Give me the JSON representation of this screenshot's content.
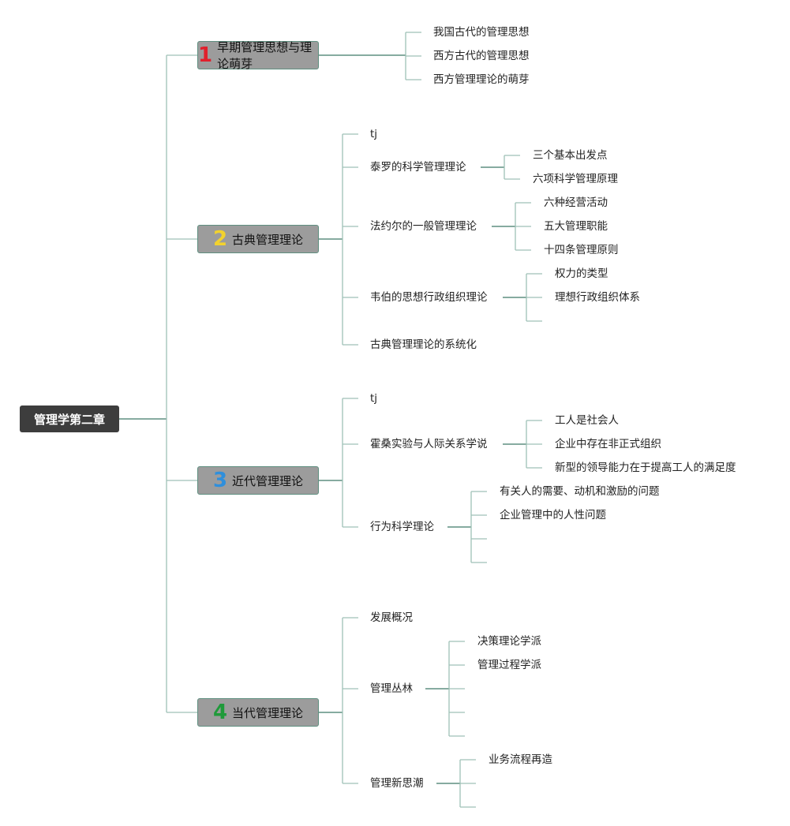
{
  "root": {
    "label": "管理学第二章"
  },
  "topics": [
    {
      "number": "1",
      "number_color": "#e0202c",
      "label": "早期管理思想与理论萌芽",
      "children": [
        "我国古代的管理思想",
        "西方古代的管理思想",
        "西方管理理论的萌芽"
      ]
    },
    {
      "number": "2",
      "number_color": "#f2d22e",
      "label": "古典管理理论",
      "children": [
        {
          "label": "tj"
        },
        {
          "label": "泰罗的科学管理理论",
          "children": [
            "三个基本出发点",
            "六项科学管理原理"
          ]
        },
        {
          "label": "法约尔的一般管理理论",
          "children": [
            "六种经营活动",
            "五大管理职能",
            "十四条管理原则"
          ]
        },
        {
          "label": "韦伯的思想行政组织理论",
          "children": [
            "权力的类型",
            "理想行政组织体系",
            ""
          ]
        },
        {
          "label": "古典管理理论的系统化"
        }
      ]
    },
    {
      "number": "3",
      "number_color": "#2f8fdc",
      "label": "近代管理理论",
      "children": [
        {
          "label": "tj"
        },
        {
          "label": "霍桑实验与人际关系学说",
          "children": [
            "工人是社会人",
            "企业中存在非正式组织",
            "新型的领导能力在于提高工人的满足度"
          ]
        },
        {
          "label": "行为科学理论",
          "children": [
            "有关人的需要、动机和激励的问题",
            "企业管理中的人性问题",
            "",
            ""
          ]
        }
      ]
    },
    {
      "number": "4",
      "number_color": "#1f9a3a",
      "label": "当代管理理论",
      "children": [
        {
          "label": "发展概况"
        },
        {
          "label": "管理丛林",
          "children": [
            "决策理论学派",
            "管理过程学派",
            "",
            "",
            ""
          ]
        },
        {
          "label": "管理新思潮",
          "children": [
            "业务流程再造",
            "",
            ""
          ]
        }
      ]
    }
  ],
  "colors": {
    "connector": "#5f8f80",
    "connector_light": "#9fc1b6",
    "topic_fill": "#9c9c9c",
    "root_fill": "#3d3d3d"
  }
}
